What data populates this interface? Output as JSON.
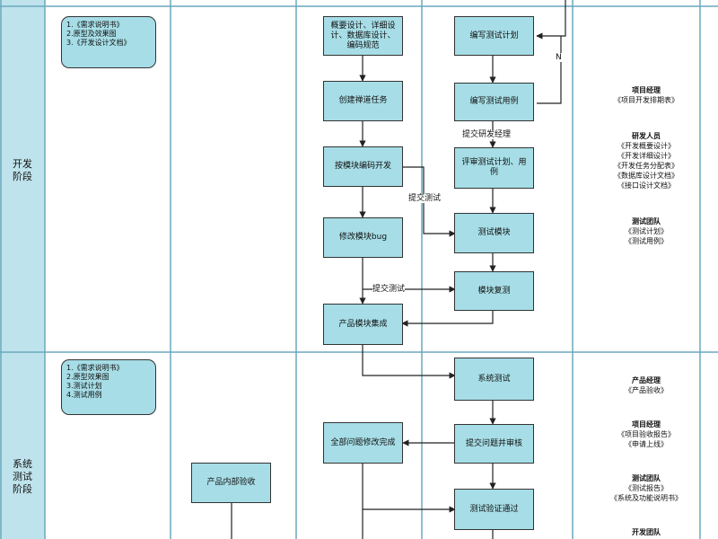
{
  "phases": {
    "dev": "开发\n阶段",
    "test": "系统\n测试\n阶段"
  },
  "docs": {
    "dev": [
      "1.《需求说明书》",
      "2.原型及效果图",
      "3.《开发设计文档》"
    ],
    "test": [
      "1.《需求说明书》",
      "2.原型效果图",
      "3.测试计划",
      "4.测试用例"
    ]
  },
  "nodes": {
    "design": "概要设计、详细设\n计、数据库设计、\n编码规范",
    "create_task": "创建禅道任务",
    "coding": "按模块编码开发",
    "fix_bug": "修改模块bug",
    "integrate": "产品模块集成",
    "write_plan": "编写测试计划",
    "write_cases": "编写测试用例",
    "review": "评审测试计划、用\n例",
    "module_test": "测试模块",
    "module_retest": "模块复测",
    "system_test": "系统测试",
    "submit_issue": "提交问题并审核",
    "fix_all": "全部问题修改完成",
    "internal_accept": "产品内部验收",
    "verify_pass": "测试验证通过"
  },
  "edge_labels": {
    "n": "N",
    "submit_dev_mgr": "提交研发经理",
    "submit_test_1": "提交测试",
    "submit_test_2": "提交测试"
  },
  "roles": [
    {
      "title": "项目经理",
      "items": [
        "《项目开发排期表》"
      ]
    },
    {
      "title": "研发人员",
      "items": [
        "《开发概要设计》",
        "《开发详细设计》",
        "《开发任务分配表》",
        "《数据库设计文档》",
        "《接口设计文档》"
      ]
    },
    {
      "title": "测试团队",
      "items": [
        "《测试计划》",
        "《测试用例》"
      ]
    },
    {
      "title": "产品经理",
      "items": [
        "《产品验收》"
      ]
    },
    {
      "title": "项目经理",
      "items": [
        "《项目验收报告》",
        "《申请上线》"
      ]
    },
    {
      "title": "测试团队",
      "items": [
        "《测试报告》",
        "《系统及功能说明书》"
      ]
    },
    {
      "title": "开发团队",
      "items": []
    }
  ],
  "colors": {
    "node_fill": "#a6dde6",
    "phase_fill": "#bfe3ec",
    "line": "#333333"
  }
}
